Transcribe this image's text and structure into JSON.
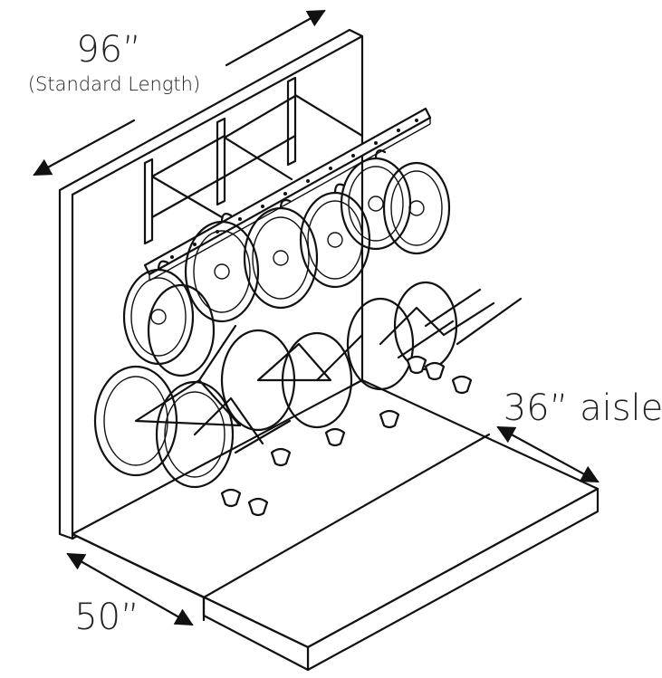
{
  "labels": {
    "length": "96”",
    "length_note": "(Standard Length)",
    "aisle": "36” aisle",
    "depth": "50”"
  },
  "colors": {
    "line": "#111111",
    "background": "#ffffff",
    "text": "#222222"
  },
  "icons": [
    "arrow-icon",
    "bike-icon",
    "rack-icon"
  ]
}
